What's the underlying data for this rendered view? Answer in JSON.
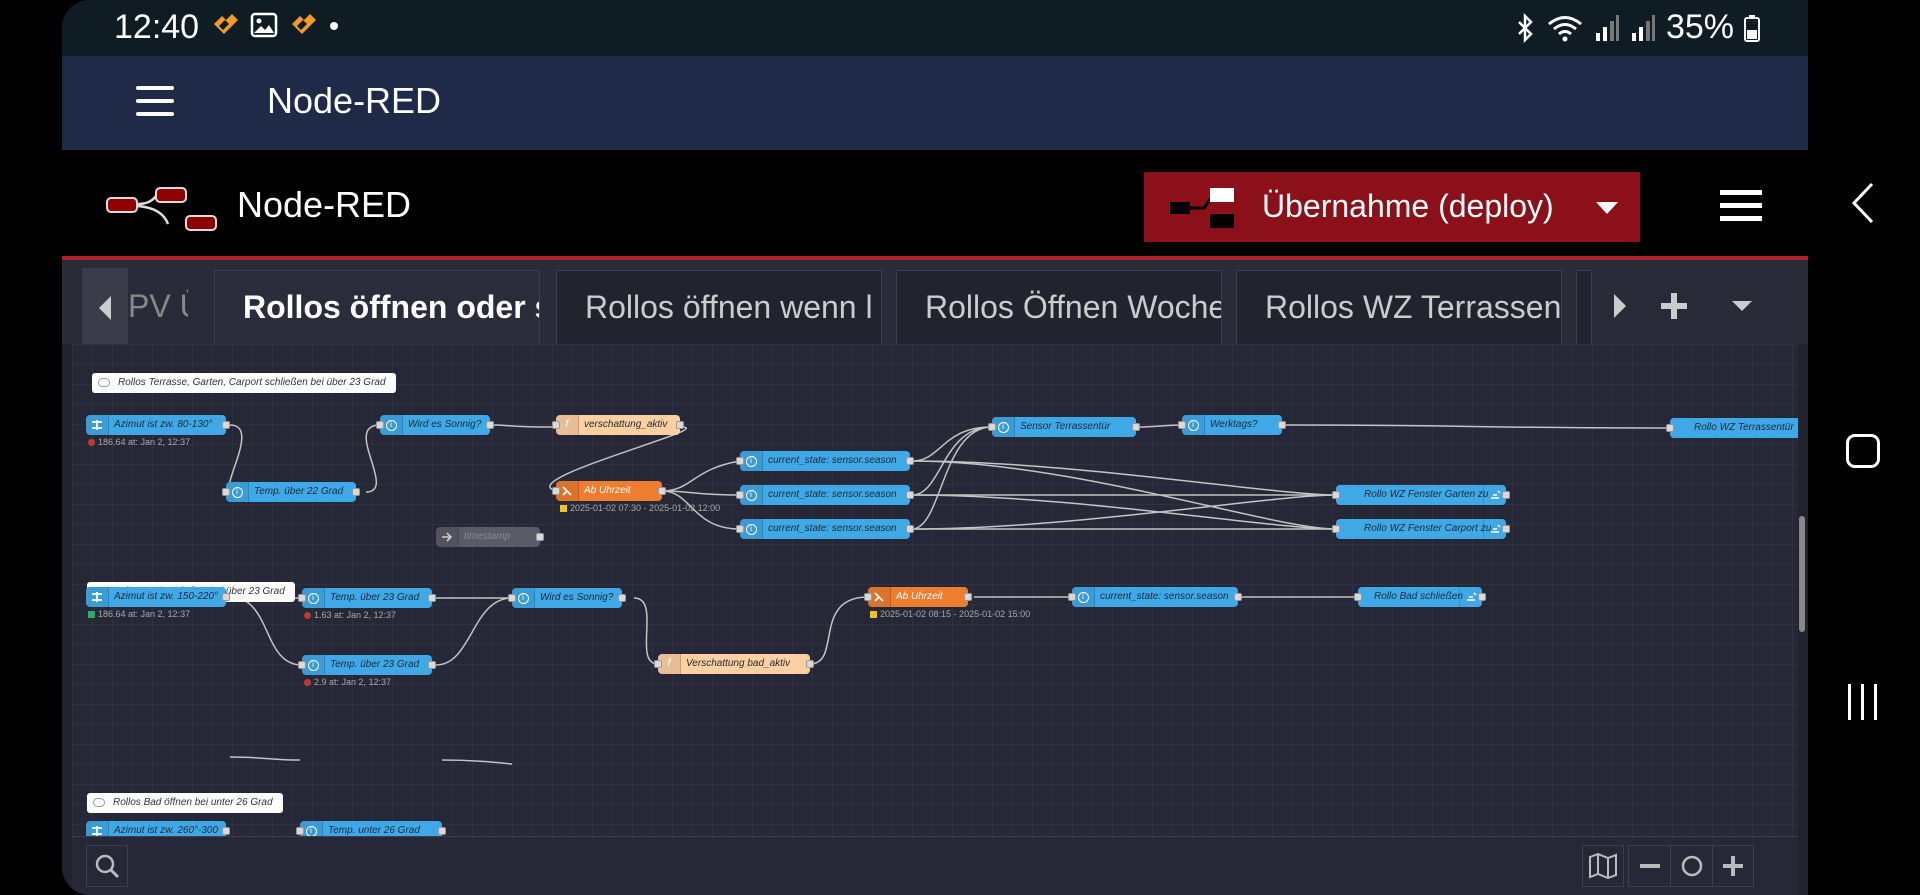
{
  "status_bar": {
    "time": "12:40",
    "battery": "35%"
  },
  "app_bar": {
    "title": "Node-RED"
  },
  "header": {
    "title": "Node-RED",
    "deploy_label": "Übernahme (deploy)"
  },
  "tabs": {
    "partial_left": "PV Ü",
    "items": [
      {
        "label": "Rollos öffnen oder s",
        "active": true
      },
      {
        "label": "Rollos öffnen wenn l",
        "active": false
      },
      {
        "label": "Rollos Öffnen Woche",
        "active": false
      },
      {
        "label": "Rollos WZ Terrassen",
        "active": false
      }
    ]
  },
  "flow": {
    "comments": [
      "Rollos Terrasse, Garten, Carport schließen bei über 23 Grad",
      "Rollos Bad schließen bei über 23 Grad",
      "Rollos Bad öffnen bei unter 26 Grad"
    ],
    "nodes": {
      "azimut_1": "Azimut ist zw. 80-130°",
      "temp_22": "Temp. über 22 Grad",
      "sonnig_1": "Wird es Sonnig?",
      "verschattung_aktiv": "verschattung_aktiv",
      "ab_uhrzeit_1": "Ab Uhrzeit",
      "timestamp": "timestamp",
      "season_1": "current_state: sensor.season",
      "season_2": "current_state: sensor.season",
      "season_3": "current_state: sensor.season",
      "sensor_terrassentuer": "Sensor Terrassentür",
      "werktags": "Werktags?",
      "rollo_wz_terrassentuer": "Rollo WZ Terrassentür",
      "rollo_garten": "Rollo WZ Fenster Garten zu",
      "rollo_carport": "Rollo WZ Fenster Carport zu",
      "azimut_2": "Azimut ist zw. 150-220°",
      "temp_23_a": "Temp. über 23 Grad",
      "temp_23_b": "Temp. über 23 Grad",
      "sonnig_2": "Wird es Sonnig?",
      "verschattung_bad": "Verschattung bad_aktiv",
      "ab_uhrzeit_2": "Ab Uhrzeit",
      "season_4": "current_state: sensor.season",
      "rollo_bad": "Rollo Bad schließen",
      "azimut_3": "Azimut ist zw. 260°-300",
      "temp_26": "Temp. unter 26 Grad"
    },
    "statuses": {
      "azimut_1": "186.64 at: Jan 2, 12:37",
      "ab_uhrzeit_1": "2025-01-02 07:30 - 2025-01-02 12:00",
      "azimut_2": "186.64 at: Jan 2, 12:37",
      "temp_23_a": "1.63 at: Jan 2, 12:37",
      "temp_23_b": "2.9 at: Jan 2, 12:37",
      "ab_uhrzeit_2": "2025-01-02 08:15 - 2025-01-02 15:00"
    }
  },
  "colors": {
    "deploy": "#8c101a",
    "node_blue": "#3fa9e8",
    "node_orange": "#ef7d30",
    "node_peach": "#fcd0a1"
  }
}
